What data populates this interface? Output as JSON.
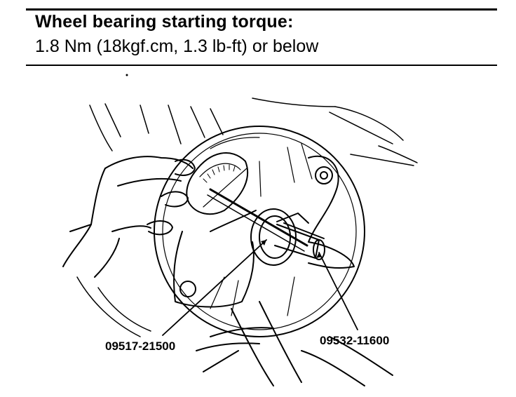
{
  "spec": {
    "title": "Wheel bearing starting torque:",
    "value": "1.8 Nm (18kgf.cm, 1.3 lb-ft) or below"
  },
  "illustration": {
    "callouts": {
      "left_tool": "09517-21500",
      "right_tool": "09532-11600"
    }
  }
}
